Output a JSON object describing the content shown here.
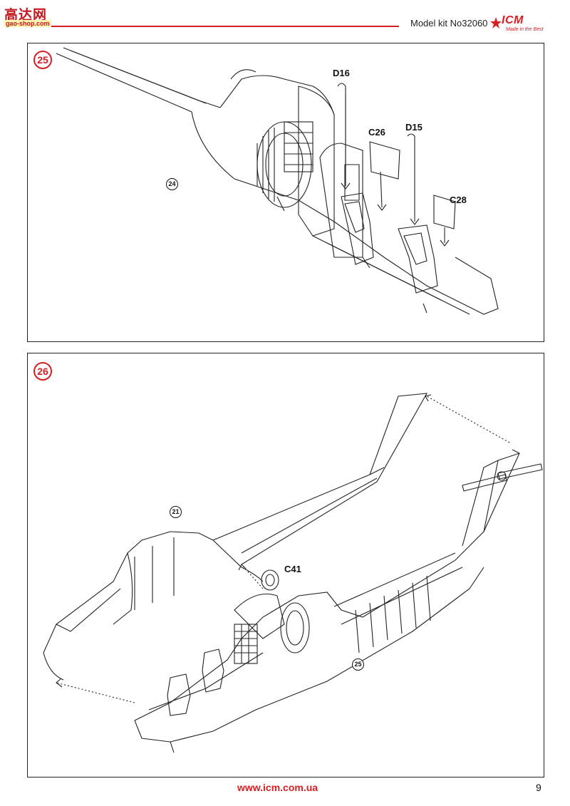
{
  "header": {
    "watermark_cn": "高达网",
    "watermark_url": "gao-shop.com",
    "model_kit": "Model kit No32060",
    "logo_text": "ICM",
    "logo_tagline": "Made in the Best"
  },
  "steps": [
    {
      "number": "25",
      "parts": [
        "D16",
        "C26",
        "D15",
        "C28"
      ],
      "ref_step": "24"
    },
    {
      "number": "26",
      "parts": [
        "C41"
      ],
      "ref_steps": [
        "21",
        "25"
      ]
    }
  ],
  "footer": {
    "url": "www.icm.com.ua",
    "page_number": "9"
  },
  "colors": {
    "accent": "#d81e23",
    "line": "#222222"
  }
}
